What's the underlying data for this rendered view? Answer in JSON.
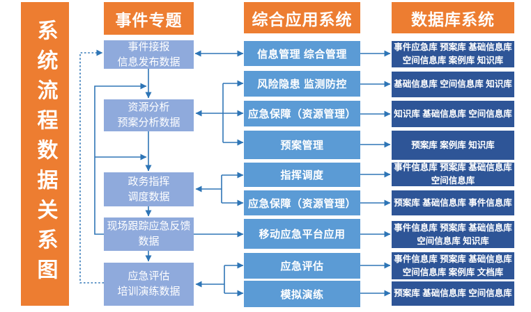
{
  "title": {
    "banner": "系统流程数据关系图"
  },
  "colors": {
    "orange": "#ED7D31",
    "topic_box": "#8FAADC",
    "app_box": "#5B9BD5",
    "db_box": "#2E5597",
    "arrow": "#2E75B6",
    "background": "#FFFFFF",
    "text": "#FFFFFF"
  },
  "columns": {
    "topics": {
      "header": "事件专题",
      "boxes": [
        {
          "lines": [
            "事件接报",
            "信息发布数据"
          ]
        },
        {
          "lines": [
            "资源分析",
            "预案分析数据"
          ]
        },
        {
          "lines": [
            "政务指挥",
            "调度数据"
          ]
        },
        {
          "lines": [
            "现场跟踪应急反馈",
            "数据"
          ]
        },
        {
          "lines": [
            "应急评估",
            "培训演练数据"
          ]
        }
      ]
    },
    "applications": {
      "header": "综合应用系统",
      "boxes": [
        {
          "label": "信息管理 综合管理"
        },
        {
          "label": "风险隐患 监测防控"
        },
        {
          "label": "应急保障（资源管理）"
        },
        {
          "label": "预案管理"
        },
        {
          "label": "指挥调度"
        },
        {
          "label": "应急保障（资源管理）"
        },
        {
          "label": "移动应急平台应用"
        },
        {
          "label": "应急评估"
        },
        {
          "label": "模拟演练"
        }
      ]
    },
    "databases": {
      "header": "数据库系统",
      "boxes": [
        {
          "lines": [
            "事件应急库 预案库 基础信息库",
            "空间信息库 案例库 知识库"
          ]
        },
        {
          "lines": [
            "基础信息库 空间信息库 知识库"
          ]
        },
        {
          "lines": [
            "知识库 基础信息库 空间信息库"
          ]
        },
        {
          "lines": [
            "预案库 案例库 知识库"
          ]
        },
        {
          "lines": [
            "事件信息库 预案库 基础信息库",
            "空间信息库"
          ]
        },
        {
          "lines": [
            "预案库 基础信息库 事件信息库"
          ]
        },
        {
          "lines": [
            "事件信息库 预案库 基础信息库",
            "空间信息库 知识库"
          ]
        },
        {
          "lines": [
            "事件信息库 预案库 基础信息库",
            "空间信息库 案例库 文档库"
          ]
        },
        {
          "lines": [
            "预案库 基础信息库 空间信息库"
          ]
        }
      ]
    }
  }
}
